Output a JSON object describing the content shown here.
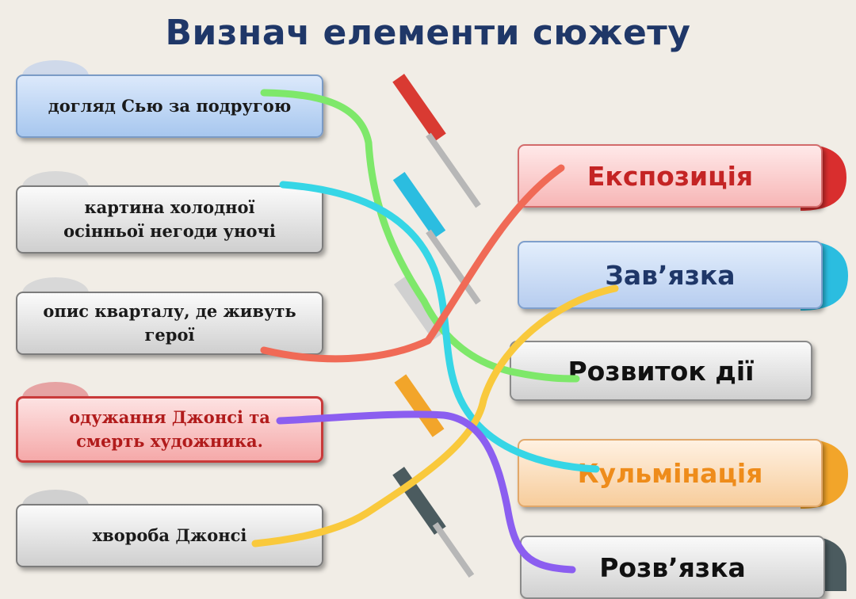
{
  "title": "Визнач елементи сюжету",
  "left_items": [
    {
      "text": "догляд Сью за подругою"
    },
    {
      "text": "картина холодної осінньої негоди уночі"
    },
    {
      "text": "опис кварталу, де живуть герої"
    },
    {
      "text": "одужання Джонсі та смерть художника."
    },
    {
      "text": "хвороба Джонсі"
    }
  ],
  "right_items": [
    {
      "text": "Експозиція"
    },
    {
      "text": "Зав’язка"
    },
    {
      "text": "Розвиток дії"
    },
    {
      "text": "Кульмінація"
    },
    {
      "text": "Розв’язка"
    }
  ],
  "colors": {
    "title": "#1f3768",
    "line_green": "#7ee86a",
    "line_cyan": "#36d6e6",
    "line_red": "#f06a56",
    "line_yellow": "#f9c93c",
    "line_purple": "#8b5ef0"
  }
}
